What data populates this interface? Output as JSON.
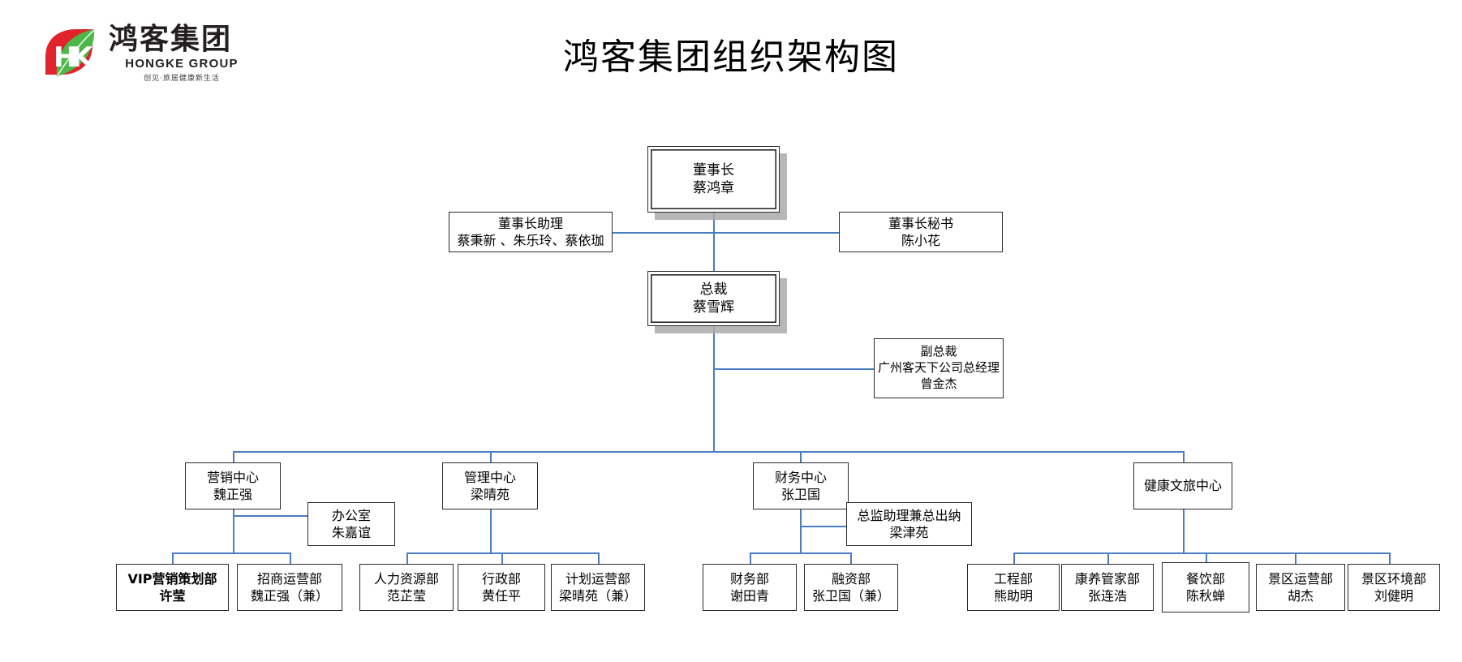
{
  "header": {
    "logo": {
      "icon": "hongke-leaf-logo",
      "monogram": "HK",
      "name_cn": "鸿客集团",
      "name_en": "HONGKE GROUP",
      "tagline": "创见·旅居健康新生活",
      "colors": {
        "red": "#e1232e",
        "green": "#4cb847",
        "dark": "#231f20"
      }
    },
    "title": "鸿客集团组织架构图"
  },
  "theme": {
    "connector_color": "#4a7ebc",
    "box_border": "#2b2b2b",
    "shadow": "#aaaaaa",
    "background": "#ffffff"
  },
  "nodes": {
    "chairman": {
      "title": "董事长",
      "name": "蔡鸿章"
    },
    "chairman_assist": {
      "title": "董事长助理",
      "name": "蔡秉新 、朱乐玲、蔡依珈"
    },
    "chairman_secretary": {
      "title": "董事长秘书",
      "name": "陈小花"
    },
    "president": {
      "title": "总裁",
      "name": "蔡雪辉"
    },
    "vice_president": {
      "title": "副总裁",
      "subtitle": "广州客天下公司总经理",
      "name": "曾金杰"
    },
    "marketing_center": {
      "title": "营销中心",
      "name": "魏正强"
    },
    "office": {
      "title": "办公室",
      "name": "朱嘉谊"
    },
    "management_center": {
      "title": "管理中心",
      "name": "梁晴苑"
    },
    "finance_center": {
      "title": "财务中心",
      "name": "张卫国"
    },
    "finance_assistant": {
      "title": "总监助理兼总出纳",
      "name": "梁津苑"
    },
    "health_center": {
      "title": "健康文旅中心",
      "name": ""
    },
    "vip_marketing": {
      "title": "VIP营销策划部",
      "name": "许莹"
    },
    "investment_ops": {
      "title": "招商运营部",
      "name": "魏正强（兼）"
    },
    "human_resources": {
      "title": "人力资源部",
      "name": "范芷莹"
    },
    "administration": {
      "title": "行政部",
      "name": "黄任平"
    },
    "planning_ops": {
      "title": "计划运营部",
      "name": "梁晴苑（兼）"
    },
    "finance_dept": {
      "title": "财务部",
      "name": "谢田青"
    },
    "financing_dept": {
      "title": "融资部",
      "name": "张卫国（兼）"
    },
    "engineering": {
      "title": "工程部",
      "name": "熊助明"
    },
    "health_steward": {
      "title": "康养管家部",
      "name": "张连浩"
    },
    "catering": {
      "title": "餐饮部",
      "name": "陈秋蝉"
    },
    "scenic_ops": {
      "title": "景区运营部",
      "name": "胡杰"
    },
    "scenic_env": {
      "title": "景区环境部",
      "name": "刘健明"
    }
  },
  "chart_data": {
    "type": "org-chart",
    "title": "鸿客集团组织架构图",
    "levels": [
      [
        "董事长 蔡鸿章"
      ],
      [
        "董事长助理 蔡秉新 、朱乐玲、蔡依珈",
        "董事长秘书 陈小花"
      ],
      [
        "总裁 蔡雪辉"
      ],
      [
        "副总裁 广州客天下公司总经理 曾金杰"
      ],
      [
        "营销中心 魏正强",
        "管理中心 梁晴苑",
        "财务中心 张卫国",
        "健康文旅中心"
      ],
      [
        "办公室 朱嘉谊",
        "总监助理兼总出纳 梁津苑"
      ],
      [
        "VIP营销策划部 许莹",
        "招商运营部 魏正强（兼）",
        "人力资源部 范芷莹",
        "行政部 黄任平",
        "计划运营部 梁晴苑（兼）",
        "财务部 谢田青",
        "融资部 张卫国（兼）",
        "工程部 熊助明",
        "康养管家部 张连浩",
        "餐饮部 陈秋蝉",
        "景区运营部 胡杰",
        "景区环境部 刘健明"
      ]
    ]
  }
}
